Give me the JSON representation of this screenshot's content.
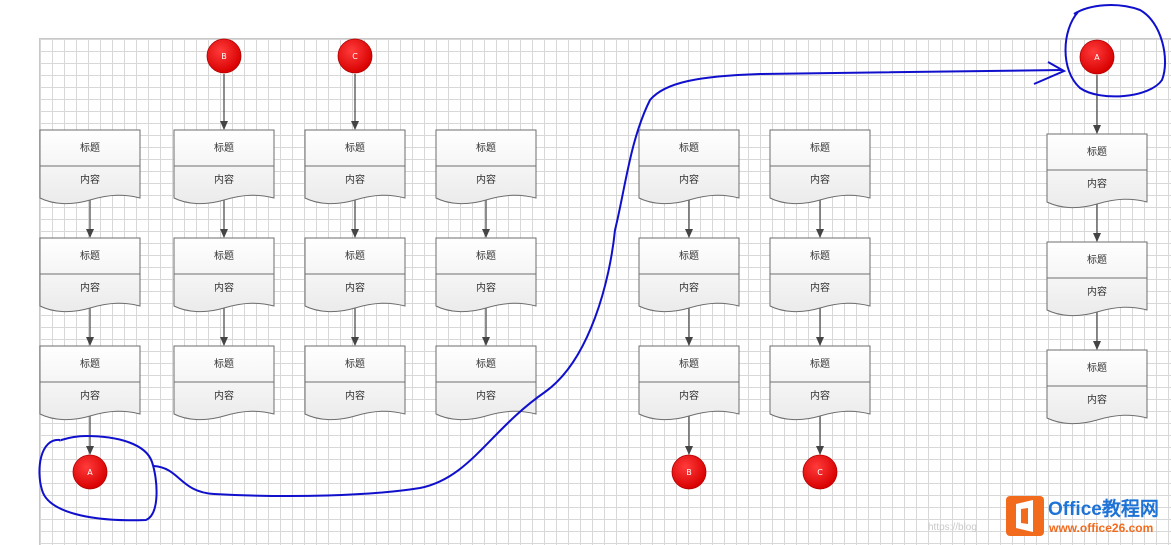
{
  "flowchart": {
    "box_title": "标题",
    "box_body": "内容",
    "connectors": [
      {
        "label": "B",
        "position": "top of column 2"
      },
      {
        "label": "C",
        "position": "top of column 3"
      },
      {
        "label": "A",
        "position": "top of right column"
      },
      {
        "label": "A",
        "position": "bottom of column 1"
      },
      {
        "label": "B",
        "position": "bottom of column 5"
      },
      {
        "label": "C",
        "position": "bottom of column 6"
      }
    ]
  },
  "watermark": {
    "text": "https://blog"
  },
  "logo": {
    "name": "Office教程网",
    "url": "www.office26.com"
  },
  "colors": {
    "connector": "#e00000",
    "annotation": "#1010cc",
    "logo_blue": "#1e73d6",
    "logo_orange": "#f26b1d"
  }
}
